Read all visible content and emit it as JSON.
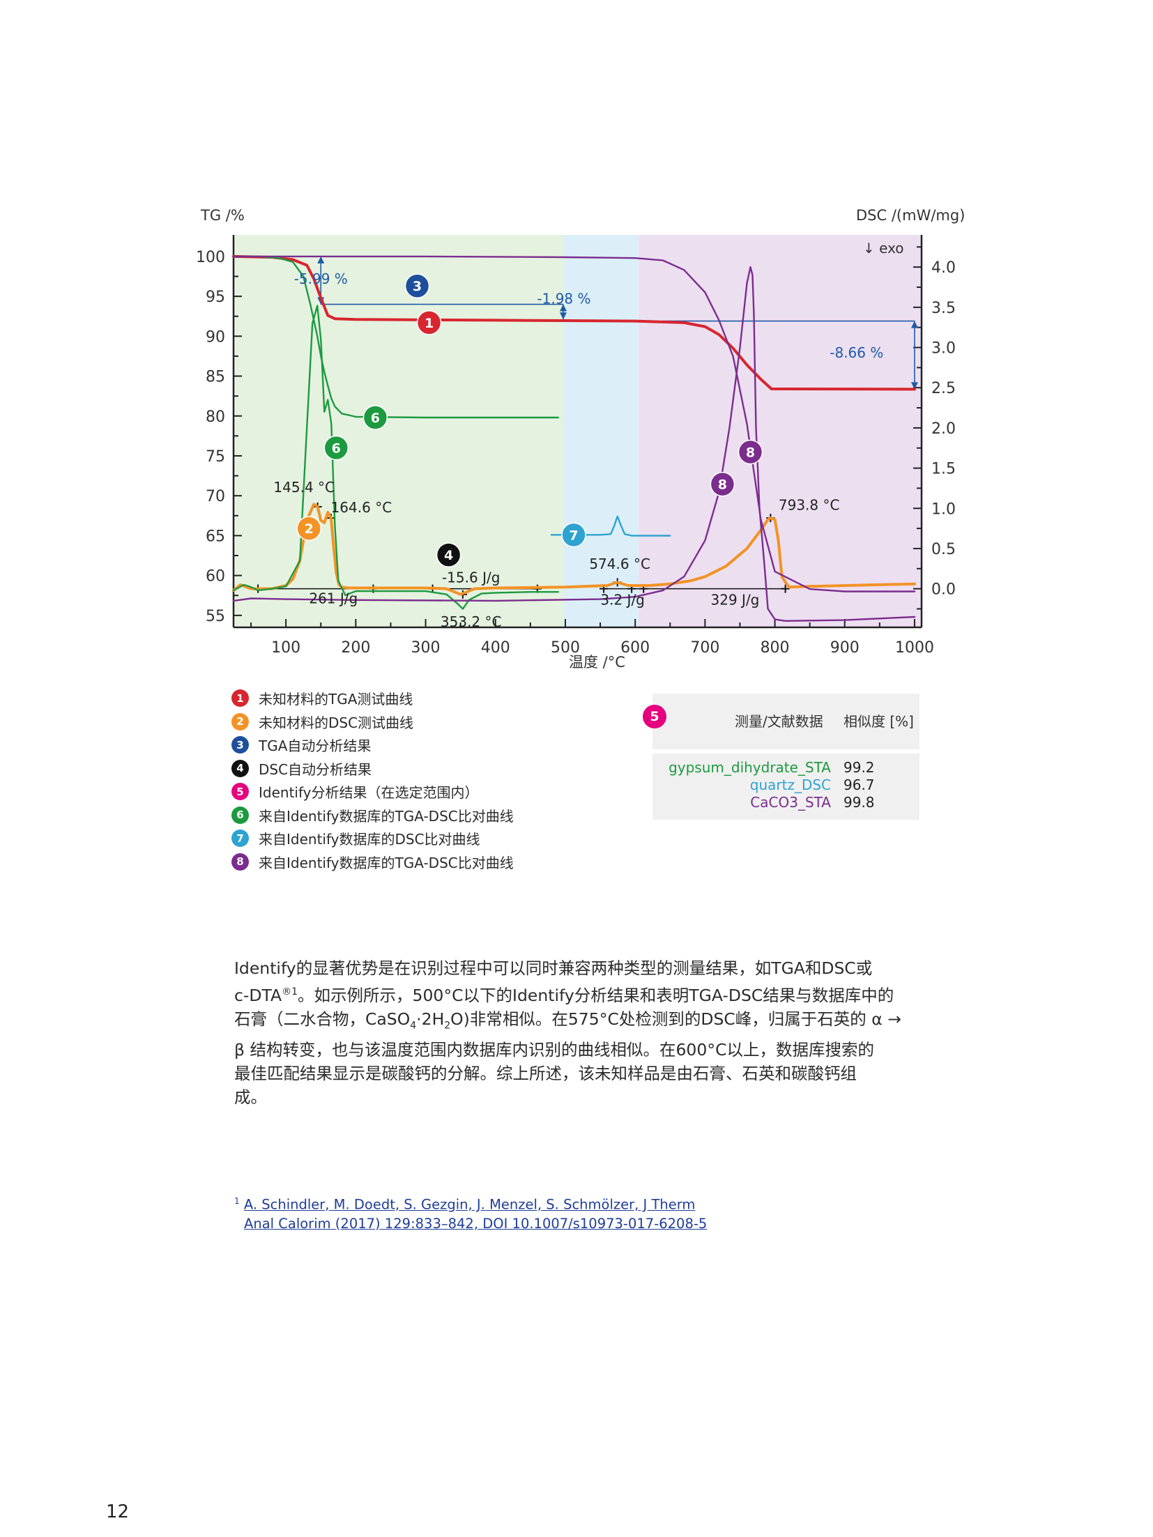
{
  "page_number": "12",
  "chart_data": {
    "type": "line",
    "x_label": "温度 /°C",
    "y_left_label": "TG /%",
    "y_right_label": "DSC /(mW/mg)",
    "exo_label": "↓ exo",
    "xlim": [
      25,
      1010
    ],
    "ylim_left": [
      53.5,
      102.7
    ],
    "ylim_right": [
      -0.48,
      4.4
    ],
    "x_ticks": [
      100,
      200,
      300,
      400,
      500,
      600,
      700,
      800,
      900,
      1000
    ],
    "y_left_ticks": [
      55,
      60,
      65,
      70,
      75,
      80,
      85,
      90,
      95,
      100
    ],
    "y_right_ticks": [
      "0.0",
      "0.5",
      "1.0",
      "1.5",
      "2.0",
      "2.5",
      "3.0",
      "3.5",
      "4.0"
    ],
    "regions": [
      {
        "from": 25,
        "to": 497,
        "color": "#e5f2e0"
      },
      {
        "from": 497,
        "to": 605,
        "color": "#dceff8"
      },
      {
        "from": 605,
        "to": 1010,
        "color": "#ecdff0"
      }
    ],
    "series": [
      {
        "id": "1",
        "axis": "left",
        "color": "#d7262e",
        "width": 4,
        "x": [
          25,
          80,
          110,
          130,
          140,
          150,
          160,
          170,
          200,
          300,
          400,
          500,
          600,
          670,
          700,
          720,
          740,
          760,
          780,
          795,
          1000
        ],
        "y": [
          100,
          99.9,
          99.6,
          98.9,
          97.2,
          94.8,
          92.6,
          92.2,
          92.1,
          92.05,
          92,
          91.95,
          91.9,
          91.7,
          91.2,
          90.2,
          88.5,
          86.4,
          84.6,
          83.4,
          83.35
        ]
      },
      {
        "id": "2",
        "axis": "right",
        "color": "#f39325",
        "width": 4,
        "x": [
          25,
          35,
          50,
          60,
          80,
          100,
          110,
          120,
          130,
          140,
          145.4,
          150,
          155,
          160,
          164.6,
          168,
          172,
          176,
          180,
          190,
          200,
          250,
          300,
          330,
          350,
          370,
          400,
          500,
          560,
          574.6,
          590,
          620,
          650,
          680,
          700,
          730,
          760,
          780,
          790,
          793.8,
          800,
          805,
          810,
          820,
          850,
          1000
        ],
        "y": [
          -0.02,
          0.05,
          0.0,
          0.0,
          0.0,
          0.04,
          0.12,
          0.35,
          0.85,
          1.05,
          1.02,
          0.85,
          0.82,
          0.95,
          0.88,
          0.55,
          0.2,
          0.05,
          0.02,
          0.01,
          0.01,
          0.01,
          0.01,
          0.0,
          -0.07,
          0.0,
          0.01,
          0.02,
          0.04,
          0.08,
          0.04,
          0.04,
          0.06,
          0.1,
          0.15,
          0.28,
          0.5,
          0.73,
          0.86,
          0.88,
          0.86,
          0.6,
          0.15,
          0.02,
          0.03,
          0.06
        ]
      },
      {
        "id": "6",
        "axis": "left",
        "color": "#1d9a3f",
        "width": 2.4,
        "x": [
          25,
          60,
          90,
          110,
          125,
          135,
          145,
          150,
          155,
          160,
          165,
          170,
          180,
          200,
          300,
          490
        ],
        "y": [
          100,
          100,
          99.8,
          99.3,
          97.5,
          94,
          90,
          87.5,
          85.5,
          83.8,
          82.2,
          81.2,
          80.3,
          79.9,
          79.8,
          79.8
        ]
      },
      {
        "id": "6b",
        "axis": "right",
        "color": "#1d9a3f",
        "width": 2.4,
        "x": [
          25,
          40,
          50,
          60,
          80,
          100,
          120,
          130,
          138,
          145,
          150,
          155,
          160,
          165,
          170,
          175,
          185,
          200,
          300,
          330,
          345,
          353.2,
          362,
          380,
          400,
          450,
          490
        ],
        "y": [
          -0.02,
          0.05,
          0.02,
          -0.02,
          0.0,
          0.03,
          0.35,
          2.0,
          3.3,
          3.52,
          3.1,
          2.2,
          2.35,
          2.05,
          0.8,
          0.1,
          -0.08,
          -0.03,
          -0.03,
          -0.07,
          -0.18,
          -0.25,
          -0.14,
          -0.06,
          -0.05,
          -0.04,
          -0.04
        ]
      },
      {
        "id": "7",
        "axis": "right",
        "color": "#2ea3d0",
        "width": 2.4,
        "x": [
          480,
          550,
          565,
          570,
          574.6,
          580,
          585,
          595,
          650
        ],
        "y": [
          0.67,
          0.67,
          0.68,
          0.78,
          0.9,
          0.78,
          0.68,
          0.66,
          0.66
        ]
      },
      {
        "id": "8",
        "axis": "left",
        "color": "#7b2d8e",
        "width": 2.4,
        "x": [
          25,
          300,
          500,
          600,
          640,
          670,
          700,
          720,
          740,
          760,
          770,
          780,
          800,
          850,
          900,
          1000
        ],
        "y": [
          100,
          100,
          99.9,
          99.8,
          99.5,
          98.3,
          95.5,
          92,
          87.5,
          79,
          73,
          67,
          60.5,
          58.3,
          58,
          58
        ]
      },
      {
        "id": "8b",
        "axis": "right",
        "color": "#7b2d8e",
        "width": 2.4,
        "x": [
          25,
          50,
          100,
          200,
          400,
          550,
          600,
          640,
          670,
          700,
          720,
          735,
          750,
          760,
          765,
          768,
          770,
          773,
          778,
          785,
          790,
          800,
          815,
          900,
          1000
        ],
        "y": [
          -0.15,
          -0.12,
          -0.13,
          -0.14,
          -0.15,
          -0.13,
          -0.1,
          -0.02,
          0.15,
          0.6,
          1.2,
          2.0,
          3.0,
          3.8,
          4.0,
          3.9,
          3.4,
          2.0,
          1.0,
          0.3,
          -0.25,
          -0.38,
          -0.4,
          -0.39,
          -0.35
        ]
      }
    ],
    "annotations": [
      {
        "text": "-5.99 %",
        "color": "#1f5aa6",
        "x": 150,
        "y": 96.6,
        "axis": "left"
      },
      {
        "text": "-1.98 %",
        "color": "#1f5aa6",
        "x": 498,
        "y": 94.1,
        "axis": "left"
      },
      {
        "text": "-8.66 %",
        "color": "#1f5aa6",
        "x": 917,
        "y": 87.3,
        "axis": "left"
      },
      {
        "text": "145.4 °C",
        "color": "#222",
        "x": 126,
        "y": 1.2,
        "axis": "right"
      },
      {
        "text": "164.6 °C",
        "color": "#222",
        "x": 208,
        "y": 0.95,
        "axis": "right"
      },
      {
        "text": "261 J/g",
        "color": "#222",
        "x": 168,
        "y": -0.18,
        "axis": "right"
      },
      {
        "text": "-15.6 J/g",
        "color": "#222",
        "x": 365,
        "y": 0.08,
        "axis": "right"
      },
      {
        "text": "353.2 °C",
        "color": "#222",
        "x": 365,
        "y": -0.47,
        "axis": "right"
      },
      {
        "text": "574.6 °C",
        "color": "#222",
        "x": 578,
        "y": 0.25,
        "axis": "right"
      },
      {
        "text": "3.2 J/g",
        "color": "#222",
        "x": 582,
        "y": -0.2,
        "axis": "right"
      },
      {
        "text": "329 J/g",
        "color": "#222",
        "x": 743,
        "y": -0.2,
        "axis": "right"
      },
      {
        "text": "793.8 °C",
        "color": "#222",
        "x": 849,
        "y": 0.98,
        "axis": "right"
      }
    ],
    "markers": [
      {
        "label": "1",
        "color": "#d7262e",
        "x": 305,
        "y": 91.7,
        "axis": "left"
      },
      {
        "label": "2",
        "color": "#f39325",
        "x": 133,
        "y": 0.75,
        "axis": "right"
      },
      {
        "label": "3",
        "color": "#1d4f9c",
        "x": 288,
        "y": 96.3,
        "axis": "left"
      },
      {
        "label": "4",
        "color": "#111111",
        "x": 333,
        "y": 0.42,
        "axis": "right"
      },
      {
        "label": "6",
        "color": "#1d9a3f",
        "x": 228,
        "y": 79.8,
        "axis": "left"
      },
      {
        "label": "6",
        "color": "#1d9a3f",
        "x": 172,
        "y": 76,
        "axis": "left"
      },
      {
        "label": "7",
        "color": "#2ea3d0",
        "x": 512,
        "y": 0.67,
        "axis": "right"
      },
      {
        "label": "8",
        "color": "#7b2d8e",
        "x": 765,
        "y": 1.7,
        "axis": "right"
      },
      {
        "label": "8",
        "color": "#7b2d8e",
        "x": 725,
        "y": 1.3,
        "axis": "right"
      }
    ]
  },
  "legend": [
    {
      "num": "1",
      "color": "#d7262e",
      "label": "未知材料的TGA测试曲线"
    },
    {
      "num": "2",
      "color": "#f39325",
      "label": "未知材料的DSC测试曲线"
    },
    {
      "num": "3",
      "color": "#1d4f9c",
      "label": "TGA自动分析结果"
    },
    {
      "num": "4",
      "color": "#111111",
      "label": "DSC自动分析结果"
    },
    {
      "num": "5",
      "color": "#e6007e",
      "label": "Identify分析结果（在选定范围内）"
    },
    {
      "num": "6",
      "color": "#1d9a3f",
      "label": "来自Identify数据库的TGA-DSC比对曲线"
    },
    {
      "num": "7",
      "color": "#2ea3d0",
      "label": "来自Identify数据库的DSC比对曲线"
    },
    {
      "num": "8",
      "color": "#7b2d8e",
      "label": "来自Identify数据库的TGA-DSC比对曲线"
    }
  ],
  "result_table": {
    "badge": "5",
    "header": {
      "col1": "测量/文献数据",
      "col2": "相似度 [%]"
    },
    "rows": [
      {
        "name": "gypsum_dihydrate_STA",
        "value": "99.2",
        "color": "#1d9a3f"
      },
      {
        "name": "quartz_DSC",
        "value": "96.7",
        "color": "#2ea3d0"
      },
      {
        "name": "CaCO3_STA",
        "value": "99.8",
        "color": "#7b2d8e"
      }
    ]
  },
  "paragraph": {
    "p1": "Identify的显著优势是在识别过程中可以同时兼容两种类型的测量结果，如TGA和DSC或",
    "p2a": "c-DTA",
    "p2sup": "®1",
    "p2b": "。如示例所示，500°C以下的Identify分析结果和表明TGA-DSC结果与数据库中的",
    "p3a": "石膏（二水合物，CaSO",
    "p3sub1": "4",
    "p3b": "·2H",
    "p3sub2": "2",
    "p3c": "O)非常相似。在575°C处检测到的DSC峰，归属于石英的 α →",
    "p4": "β 结构转变，也与该温度范围内数据库内识别的曲线相似。在600°C以上，数据库搜索的",
    "p5": "最佳匹配结果显示是碳酸钙的分解。综上所述，该未知样品是由石膏、石英和碳酸钙组",
    "p6": "成。"
  },
  "footnote": {
    "sup": "1",
    "line1": "A. Schindler, M. Doedt, S. Gezgin, J. Menzel, S. Schmölzer, J Therm",
    "line2": "Anal Calorim (2017) 129:833–842, DOI 10.1007/s10973-017-6208-5"
  }
}
